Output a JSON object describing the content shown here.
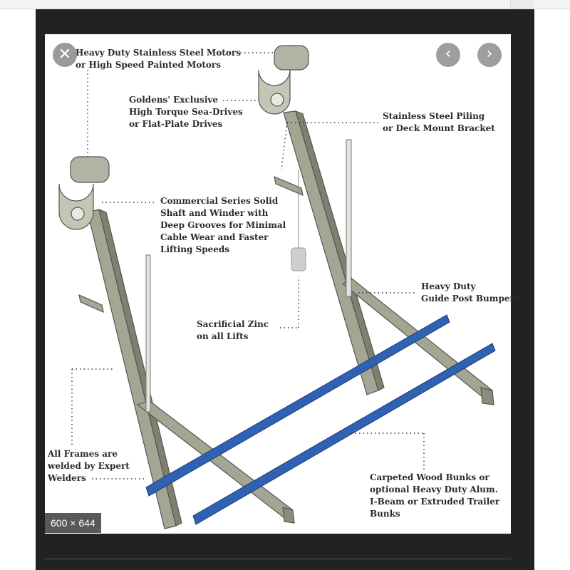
{
  "viewer": {
    "close_icon": "close-icon",
    "prev_icon": "chevron-left-icon",
    "next_icon": "chevron-right-icon",
    "dimensions": "600 × 644"
  },
  "colors": {
    "frame": "#a4a593",
    "frame_dark": "#6d6e60",
    "bunk_blue": "#2f62b2",
    "viewer_bg": "#222222"
  },
  "callouts": {
    "motors": [
      "Heavy Duty Stainless Steel Motors",
      "or High Speed Painted Motors"
    ],
    "drives": [
      "Goldens' Exclusive",
      "High Torque Sea-Drives",
      "or  Flat-Plate Drives"
    ],
    "piling": [
      "Stainless Steel Piling",
      "or Deck Mount Bracket"
    ],
    "shaft": [
      "Commercial Series Solid",
      "Shaft and Winder with",
      "Deep Grooves for Minimal",
      "Cable Wear and Faster",
      "Lifting Speeds"
    ],
    "bumpers": [
      "Heavy Duty",
      "Guide Post Bumpers"
    ],
    "zinc": [
      "Sacrificial Zinc",
      "on all Lifts"
    ],
    "frames": [
      "All Frames are",
      "welded by Expert",
      "Welders"
    ],
    "bunks": [
      "Carpeted Wood Bunks or",
      "optional Heavy Duty Alum.",
      "I-Beam or Extruded Trailer",
      " Bunks"
    ]
  }
}
